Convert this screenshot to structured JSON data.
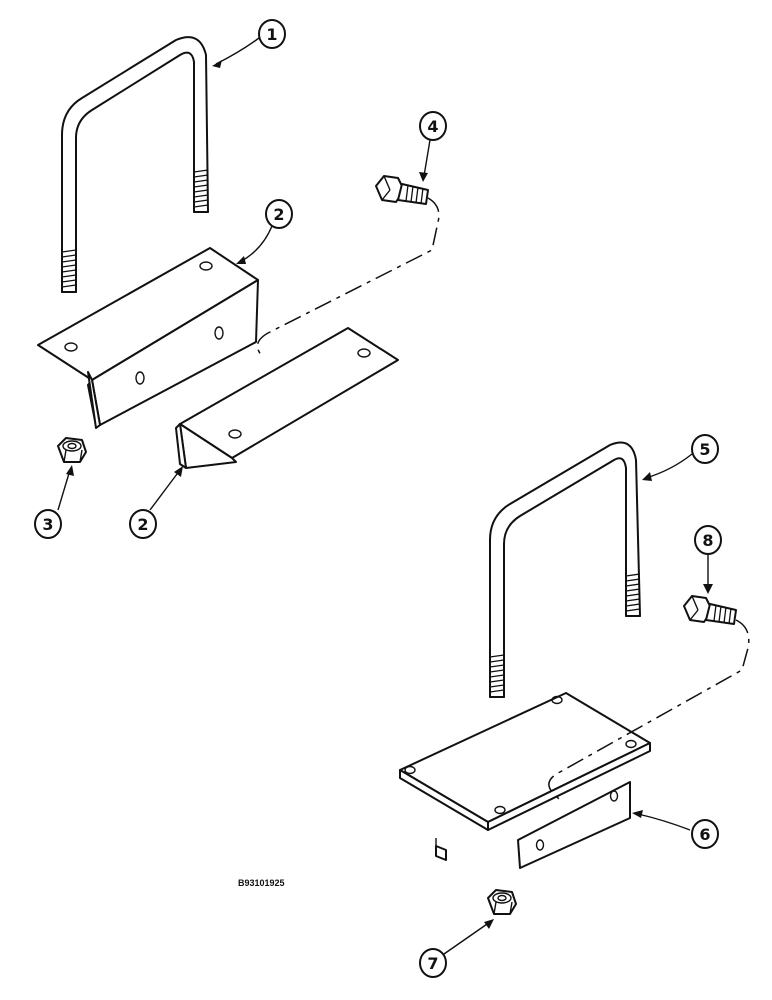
{
  "figure": {
    "reference_code": "B93101925",
    "callouts": [
      "1",
      "2",
      "2",
      "3",
      "4",
      "5",
      "6",
      "7",
      "8"
    ],
    "parts": {
      "u_bolt_large": "1",
      "angle_bracket_upper": "2",
      "angle_bracket_lower": "2",
      "nut_upper": "3",
      "bolt_upper": "4",
      "u_bolt_lower": "5",
      "mount_plate": "6",
      "nut_lower": "7",
      "bolt_lower": "8"
    }
  }
}
